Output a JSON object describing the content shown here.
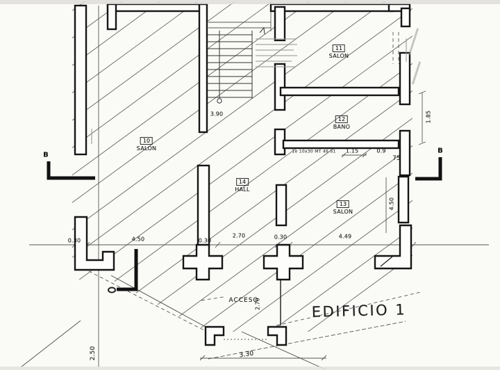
{
  "plan": {
    "title": "EDIFICIO 1",
    "entrance_label": "ACCESO",
    "section_marker_left": "B",
    "section_marker_right": "B",
    "rooms": [
      {
        "number": "10",
        "name": "SALON"
      },
      {
        "number": "11",
        "name": "SALON"
      },
      {
        "number": "12",
        "name": "BANO"
      },
      {
        "number": "13",
        "name": "SALON"
      },
      {
        "number": "14",
        "name": "HALL"
      }
    ],
    "wall_note": "1e 10x30 MT 46 S1",
    "dimensions": {
      "stair_run": "3.90",
      "bath_door": "1.15",
      "bath_side": "0.9",
      "wall_code": "75",
      "right_height": "1.85",
      "salon13_side": "4.50",
      "bottom_row": [
        "0.30",
        "4.50",
        "0.30",
        "2.70",
        "0.30",
        "4.49"
      ],
      "entrance_side": "2.70",
      "left_height": "2.50",
      "entrance_width": "3.30"
    },
    "colors": {
      "paper": "#fafaf7",
      "ink": "#1c1c1c"
    }
  }
}
